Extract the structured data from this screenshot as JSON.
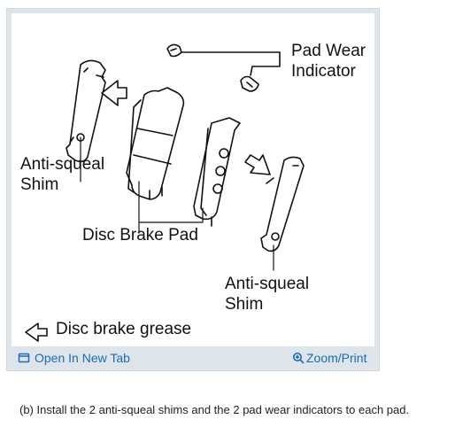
{
  "figure": {
    "labels": {
      "pad_wear_indicator": "Pad Wear\nIndicator",
      "anti_squeal_shim_left": "Anti-squeal\nShim",
      "disc_brake_pad": "Disc Brake Pad",
      "anti_squeal_shim_right": "Anti-squeal\nShim",
      "legend_grease": "Disc brake grease"
    }
  },
  "toolbar": {
    "open_new_tab_label": "Open In New Tab",
    "zoom_print_label": "Zoom/Print",
    "link_color": "#1e6bb8",
    "open_icon": "open-new-tab-icon",
    "zoom_icon": "zoom-icon"
  },
  "caption": "(b) Install the 2 anti-squeal shims and the 2 pad wear indicators to each pad."
}
